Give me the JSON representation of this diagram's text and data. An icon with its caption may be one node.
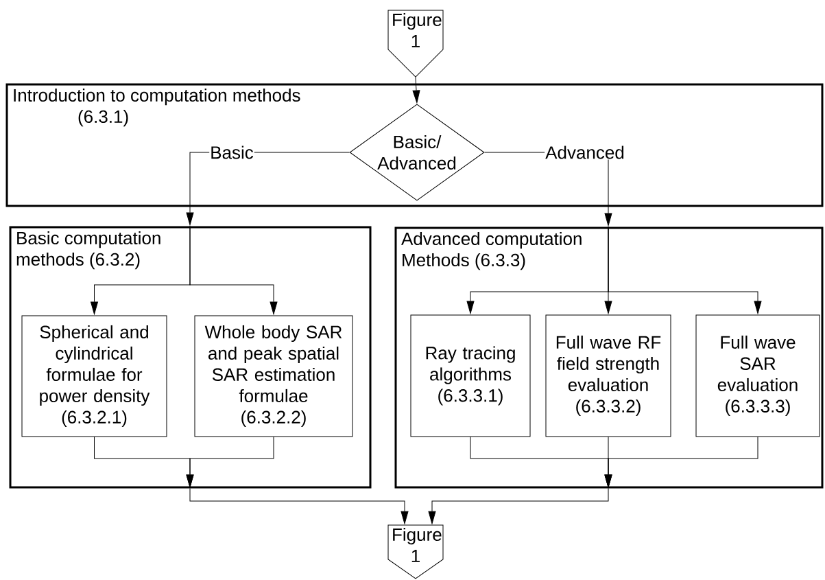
{
  "diagram": {
    "nodes": [
      {
        "text": [
          "Figure 1"
        ]
      },
      {
        "text": [
          "Introduction to computation methods (6.3.1)"
        ]
      },
      {
        "text": [
          "Basic/ Advanced"
        ],
        "in": 1
      },
      {
        "text": [
          "Basic computation methods (6.3.2)"
        ]
      },
      {
        "text": [
          "Spherical and cylindrical formulae for power density (6.3.2.1)"
        ],
        "in": 3
      },
      {
        "text": [
          "Whole body SAR and peak spatial SAR estimation formulae (6.3.2.2)"
        ],
        "in": 3
      },
      {
        "text": [
          "Advanced computation Methods (6.3.3)"
        ]
      },
      {
        "text": [
          "Ray tracing algorithms (6.3.3.1)"
        ],
        "in": 6
      },
      {
        "text": [
          "Full wave RF field strength evaluation (6.3.3.2)"
        ],
        "in": 6
      },
      {
        "text": [
          "Full wave SAR evaluation (6.3.3.3)"
        ],
        "in": 6
      },
      {
        "text": [
          "Figure 1"
        ]
      }
    ],
    "edges": [
      {
        "from": 0,
        "to": 2,
        "arrow": "to"
      },
      {
        "from": 2,
        "to": 3,
        "arrow": "to",
        "label": "Basic"
      },
      {
        "from": 2,
        "to": 6,
        "arrow": "to",
        "label": "Advanced"
      },
      {
        "from": 3,
        "to": 4,
        "arrow": "to"
      },
      {
        "from": 3,
        "to": 5,
        "arrow": "to"
      },
      {
        "from": 4,
        "to": 3,
        "arrow": "to"
      },
      {
        "from": 5,
        "to": 3,
        "arrow": "to"
      },
      {
        "from": 3,
        "to": 10,
        "arrow": "to"
      },
      {
        "from": 6,
        "to": 7,
        "arrow": "to"
      },
      {
        "from": 6,
        "to": 8,
        "arrow": "to"
      },
      {
        "from": 6,
        "to": 9,
        "arrow": "to"
      },
      {
        "from": 7,
        "to": 6,
        "arrow": "to"
      },
      {
        "from": 8,
        "to": 6,
        "arrow": "to"
      },
      {
        "from": 9,
        "to": 6,
        "arrow": "to"
      },
      {
        "from": 6,
        "to": 10,
        "arrow": "to"
      }
    ]
  }
}
